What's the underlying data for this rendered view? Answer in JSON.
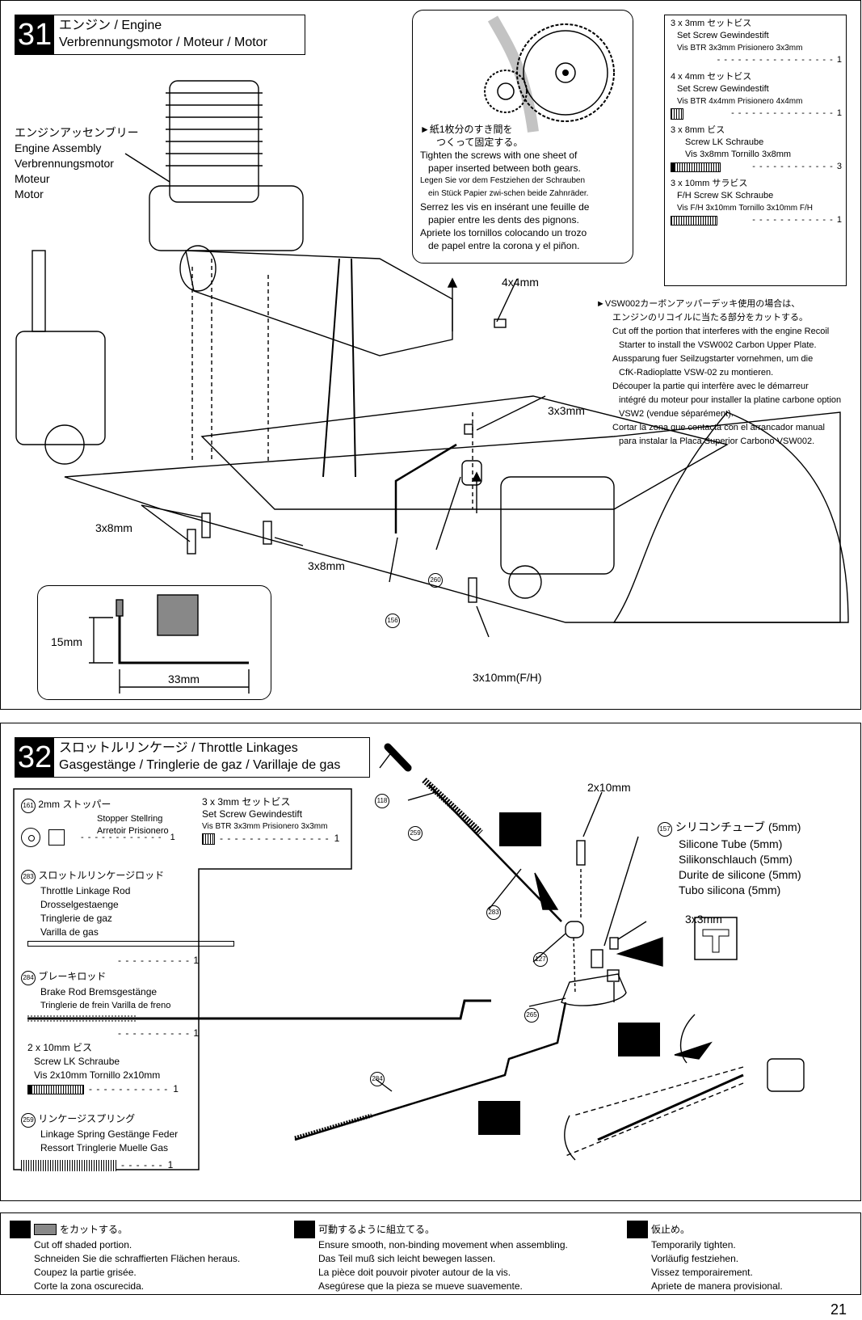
{
  "step31": {
    "number": "31",
    "title_line1": "エンジン / Engine",
    "title_line2": "Verbrennungsmotor / Moteur / Motor",
    "engine_label": [
      "エンジンアッセンブリー",
      "Engine Assembly",
      "Verbrennungsmotor",
      "Moteur",
      "Motor"
    ],
    "gear_note": [
      "►紙1枚分のすき間を",
      "つくって固定する。",
      "Tighten the screws with one sheet of",
      "paper inserted between both gears.",
      "Legen Sie vor dem Festziehen der Schrauben",
      "ein Stück Papier zwi-schen beide Zahnräder.",
      "Serrez les vis en insérant une feuille de",
      "papier entre les dents des pignons.",
      "Apriete los tornillos colocando un trozo",
      "de papel entre la corona y el piñon."
    ],
    "vsw_note": [
      "►VSW002カーボンアッパーデッキ使用の場合は、",
      "エンジンのリコイルに当たる部分をカットする。",
      "Cut off the portion that interferes with the engine Recoil",
      "Starter to install the VSW002 Carbon Upper Plate.",
      "Aussparung fuer Seilzugstarter vornehmen, um die",
      "CfK-Radioplatte VSW-02 zu montieren.",
      "Découper la partie qui interfère avec le démarreur",
      "intégré du moteur pour installer la platine carbone option",
      "VSW2 (vendue séparément).",
      "Cortar la zona que contacta con el arrancador manual",
      "para instalar la Placa Superior Carbono VSW002."
    ],
    "parts": [
      {
        "name": "3 x 3mm セットビス",
        "sub1": "Set Screw Gewindestift",
        "sub2": "Vis BTR 3x3mm Prisionero 3x3mm",
        "qty": "1"
      },
      {
        "name": "4 x 4mm セットビス",
        "sub1": "Set Screw Gewindestift",
        "sub2": "Vis BTR 4x4mm Prisionero 4x4mm",
        "qty": "1"
      },
      {
        "name": "3 x 8mm ビス",
        "sub1": "Screw LK Schraube",
        "sub2": "Vis 3x8mm Tornillo 3x8mm",
        "qty": "3"
      },
      {
        "name": "3 x 10mm サラビス",
        "sub1": "F/H Screw SK Schraube",
        "sub2": "Vis F/H 3x10mm Tornillo 3x10mm F/H",
        "qty": "1"
      }
    ],
    "labels": {
      "l4x4": "4x4mm",
      "l3x3": "3x3mm",
      "l3x8a": "3x8mm",
      "l3x8b": "3x8mm",
      "l3x10": "3x10mm(F/H)",
      "p260": "260",
      "p156": "156"
    },
    "inset": {
      "height": "15mm",
      "width": "33mm"
    }
  },
  "step32": {
    "number": "32",
    "title_line1": "スロットルリンケージ / Throttle Linkages",
    "title_line2": "Gasgestänge / Tringlerie de gaz / Varillaje de gas",
    "parts": {
      "p161": {
        "num": "161",
        "name": "2mm ストッパー",
        "sub1": "Stopper Stellring",
        "sub2": "Arretoir Prisionero",
        "qty": "1"
      },
      "setscrew": {
        "name": "3 x 3mm セットビス",
        "sub1": "Set Screw Gewindestift",
        "sub2": "Vis BTR 3x3mm Prisionero 3x3mm",
        "qty": "1"
      },
      "p283": {
        "num": "283",
        "name": "スロットルリンケージロッド",
        "lines": [
          "Throttle Linkage Rod",
          "Drosselgestaenge",
          "Tringlerie de gaz",
          "Varilla de gas"
        ],
        "qty": "1"
      },
      "p284": {
        "num": "284",
        "name": "ブレーキロッド",
        "sub1": "Brake Rod Bremsgestänge",
        "sub2": "Tringlerie de frein Varilla de freno",
        "qty": "1"
      },
      "screw2x10": {
        "name": "2 x 10mm ビス",
        "sub1": "Screw LK Schraube",
        "sub2": "Vis 2x10mm Tornillo 2x10mm",
        "qty": "1"
      },
      "p259": {
        "num": "259",
        "name": "リンケージスプリング",
        "sub1": "Linkage Spring Gestänge Feder",
        "sub2": "Ressort Tringlerie Muelle Gas",
        "qty": "1"
      }
    },
    "silicone": {
      "num": "157",
      "lines": [
        "シリコンチューブ (5mm)",
        "Silicone Tube (5mm)",
        "Silikonschlauch (5mm)",
        "Durite de silicone (5mm)",
        "Tubo silicona (5mm)"
      ]
    },
    "labels": {
      "l2x10": "2x10mm",
      "l3x3": "3x3mm",
      "p118": "118",
      "p259": "259",
      "p283": "283",
      "p127": "127",
      "p265": "265",
      "p161": "161",
      "p284": "284"
    }
  },
  "footer": {
    "cut": [
      "をカットする。",
      "Cut off shaded portion.",
      "Schneiden Sie die schraffierten Flächen heraus.",
      "Coupez la partie grisée.",
      "Corte la zona oscurecida."
    ],
    "pivot": [
      "可動するように組立てる。",
      "Ensure smooth, non-binding movement when assembling.",
      "Das Teil muß sich leicht bewegen lassen.",
      "La pièce doit pouvoir pivoter autour de la vis.",
      "Asegúrese que la pieza se mueve suavemente."
    ],
    "temp": [
      "仮止め。",
      "Temporarily tighten.",
      "Vorläufig festziehen.",
      "Vissez temporairement.",
      "Apriete de manera provisional."
    ]
  },
  "page_number": "21"
}
